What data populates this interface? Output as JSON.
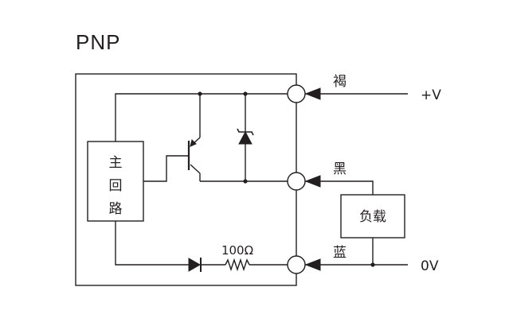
{
  "title": "PNP",
  "main_circuit": {
    "line1": "主",
    "line2": "回",
    "line3": "路"
  },
  "load": {
    "label": "负载"
  },
  "resistor": {
    "label": "100Ω"
  },
  "wires": {
    "brown": "褐",
    "black": "黑",
    "blue": "蓝"
  },
  "supply": {
    "positive": "+V",
    "ground": "0V"
  }
}
